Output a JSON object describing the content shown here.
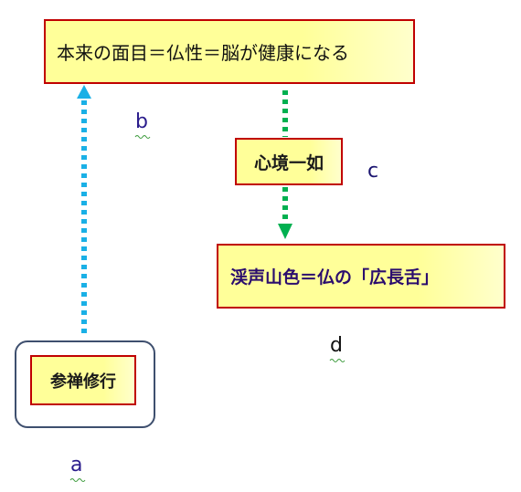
{
  "nodes": {
    "top": "本来の面目＝仏性＝脳が健康になる",
    "middle": "心境一如",
    "right": "渓声山色＝仏の「広長舌」",
    "left": "参禅修行"
  },
  "labels": {
    "a": "a",
    "b": "b",
    "c": "c",
    "d": "d"
  },
  "colors": {
    "box_fill": "#ffff99",
    "box_border": "#c00000",
    "arrow_blue": "#1ab0e6",
    "arrow_green": "#00b050",
    "frame_border": "#3e4f6e"
  }
}
